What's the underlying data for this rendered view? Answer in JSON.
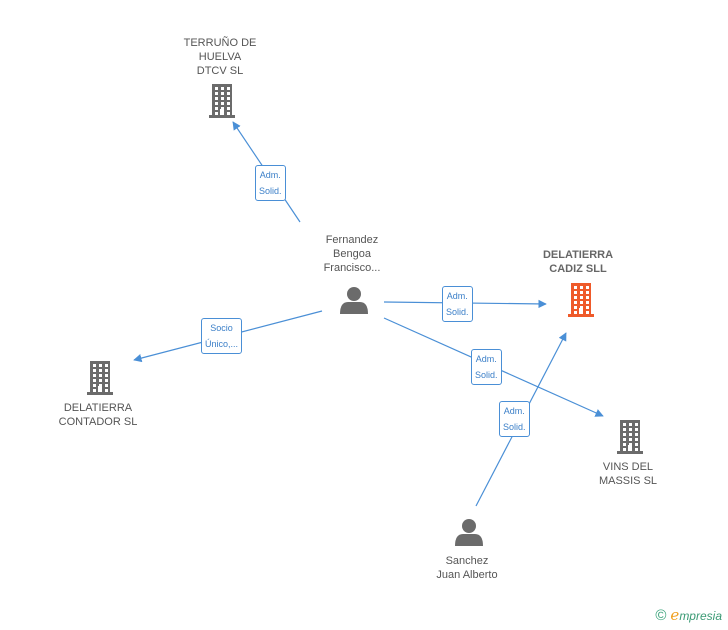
{
  "nodes": [
    {
      "id": "terruno",
      "type": "company",
      "lines": [
        "TERRUÑO DE",
        "HUELVA",
        "DTCV SL"
      ]
    },
    {
      "id": "fernandez",
      "type": "person",
      "lines": [
        "Fernandez",
        "Bengoa",
        "Francisco..."
      ]
    },
    {
      "id": "delatierra-cadiz",
      "type": "company",
      "focus": true,
      "lines": [
        "DELATIERRA",
        "CADIZ SLL"
      ]
    },
    {
      "id": "delatierra-contador",
      "type": "company",
      "lines": [
        "DELATIERRA",
        "CONTADOR SL"
      ]
    },
    {
      "id": "vins",
      "type": "company",
      "lines": [
        "VINS DEL",
        "MASSIS SL"
      ]
    },
    {
      "id": "sanchez",
      "type": "person",
      "lines": [
        "Sanchez",
        "Juan Alberto"
      ]
    }
  ],
  "edges": [
    {
      "from": "fernandez",
      "to": "terruno",
      "label": [
        "Adm.",
        "Solid."
      ]
    },
    {
      "from": "fernandez",
      "to": "delatierra-cadiz",
      "label": [
        "Adm.",
        "Solid."
      ]
    },
    {
      "from": "fernandez",
      "to": "delatierra-contador",
      "label": [
        "Socio",
        "Único,..."
      ]
    },
    {
      "from": "fernandez",
      "to": "vins",
      "label": [
        "Adm.",
        "Solid."
      ]
    },
    {
      "from": "sanchez",
      "to": "delatierra-cadiz",
      "label": [
        "Adm.",
        "Solid."
      ]
    }
  ],
  "colors": {
    "edge": "#4a8fd6",
    "company": "#6b6b6b",
    "focus_company": "#ef5a2a",
    "person": "#6b6b6b"
  },
  "icons": {
    "company": "building-icon",
    "person": "person-icon"
  },
  "footer": {
    "copyright": "©",
    "brand_initial": "e",
    "brand_rest": "mpresia"
  }
}
